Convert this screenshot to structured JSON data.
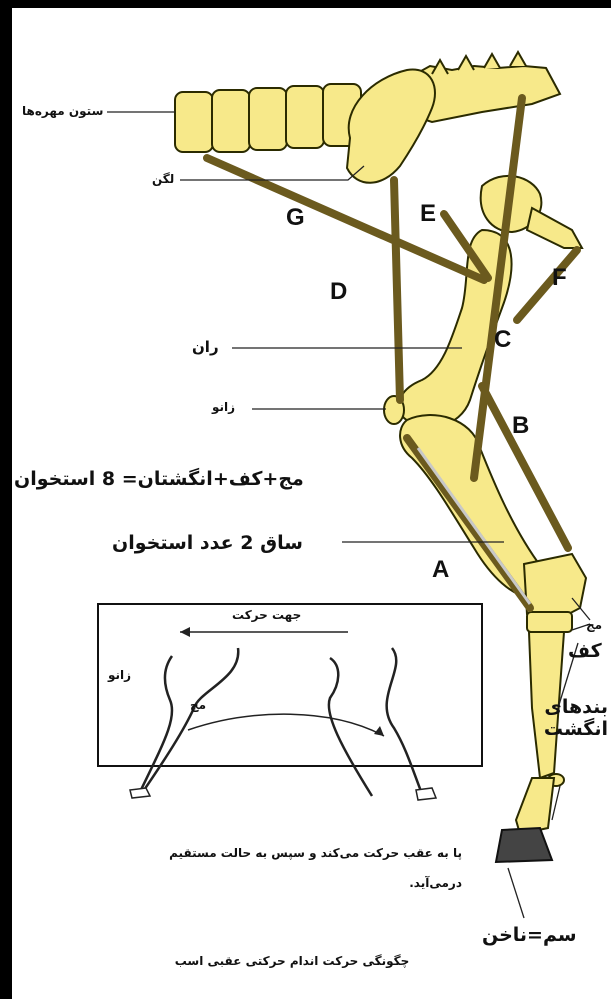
{
  "labels": {
    "vertebrae": "ستون مهره‌ها",
    "pelvis": "لگن",
    "femur": "ران",
    "knee": "زانو",
    "tarsal_note": "مج+کف+انگشتان= 8 استخوان",
    "tibia_note": "ساق 2 عدد استخوان",
    "ankle": "مج",
    "cannon": "کف",
    "phalanges": "بندهای انگشت",
    "hoof": "سم=ناخن"
  },
  "muscle_letters": [
    "A",
    "B",
    "C",
    "D",
    "E",
    "F",
    "G"
  ],
  "inset": {
    "direction": "جهت حرکت",
    "knee": "زانو",
    "ankle": "مج",
    "caption": "پا به عقب حرکت می‌کند و سپس به حالت مستقیم درمی‌آید."
  },
  "bottom_caption": "چگونگی حرکت اندام حرکتی عقبی اسب",
  "colors": {
    "bone": "#f7e98a",
    "bone_outline": "#2b2b00",
    "muscle": "#6b5a1e"
  }
}
